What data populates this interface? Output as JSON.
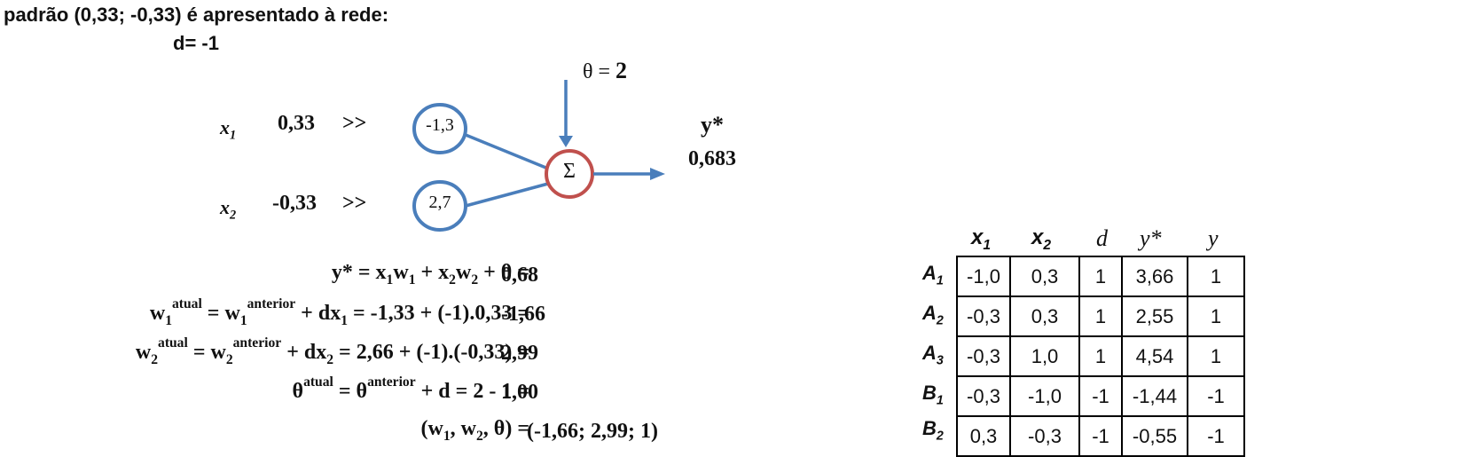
{
  "intro": {
    "text": "padrão (0,33; -0,33) é apresentado à rede:",
    "desired": "d= -1"
  },
  "network": {
    "theta_label": "θ =",
    "theta_value": "2",
    "inputs": [
      {
        "name": "x",
        "sub": "1",
        "value": "0,33",
        "arrow": ">>",
        "weight": "-1,3"
      },
      {
        "name": "x",
        "sub": "2",
        "value": "-0,33",
        "arrow": ">>",
        "weight": "2,7"
      }
    ],
    "sum_symbol": "Σ",
    "output_label": "y*",
    "output_value": "0,683"
  },
  "equations": {
    "ystar": {
      "lhs": "y* = x",
      "s1": "1",
      "w": "w",
      "s2": "1",
      "plus": " + x",
      "s3": "2",
      "w2": "w",
      "s4": "2",
      "rest": " + θ =",
      "result": "0,68"
    },
    "w1": {
      "w": "w",
      "sub": "1",
      "sup": "atual",
      "eq": " = w",
      "sub2": "1",
      "sup2": "anterior",
      "mid": " + dx",
      "sub3": "1",
      "rest": " = -1,33 + (-1).0,33 =",
      "result": "-1,66"
    },
    "w2": {
      "w": "w",
      "sub": "2",
      "sup": "atual",
      "eq": " = w",
      "sub2": "2",
      "sup2": "anterior",
      "mid": " + dx",
      "sub3": "2",
      "rest": " = 2,66 + (-1).(-0,33) =",
      "result": "2,99"
    },
    "theta": {
      "t": "θ",
      "sup": "atual",
      "eq": " = θ",
      "sup2": "anterior",
      "rest": " + d = 2 - 1 =",
      "result": "1,00"
    },
    "final": {
      "open": "(w",
      "s1": "1",
      "c1": ", w",
      "s2": "2",
      "c2": ", θ) =",
      "result": "(-1,66; 2,99; 1)"
    }
  },
  "table": {
    "headers": [
      {
        "name": "x",
        "sub": "1"
      },
      {
        "name": "x",
        "sub": "2"
      },
      {
        "name": "d",
        "sub": ""
      },
      {
        "name": "y*",
        "sub": ""
      },
      {
        "name": "y",
        "sub": ""
      }
    ],
    "rows": [
      {
        "label": "A",
        "sub": "1",
        "cells": [
          "-1,0",
          "0,3",
          "1",
          "3,66",
          "1"
        ]
      },
      {
        "label": "A",
        "sub": "2",
        "cells": [
          "-0,3",
          "0,3",
          "1",
          "2,55",
          "1"
        ]
      },
      {
        "label": "A",
        "sub": "3",
        "cells": [
          "-0,3",
          "1,0",
          "1",
          "4,54",
          "1"
        ]
      },
      {
        "label": "B",
        "sub": "1",
        "cells": [
          "-0,3",
          "-1,0",
          "-1",
          "-1,44",
          "-1"
        ]
      },
      {
        "label": "B",
        "sub": "2",
        "cells": [
          "0,3",
          "-0,3",
          "-1",
          "-0,55",
          "-1"
        ]
      }
    ]
  },
  "colors": {
    "input_circle": "#4a7ebb",
    "sum_circle": "#c0504d",
    "arrow": "#4a7ebb"
  }
}
